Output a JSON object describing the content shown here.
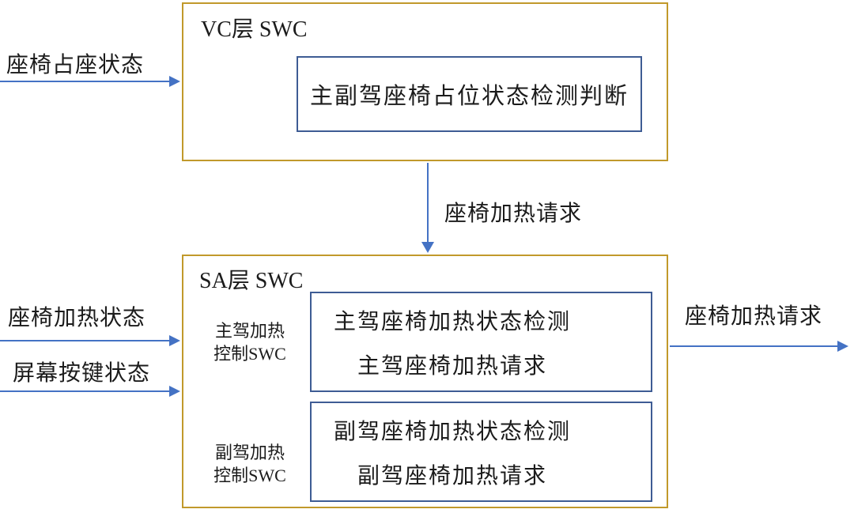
{
  "colors": {
    "outer_border": "#C1992B",
    "inner_border": "#3E5C94",
    "arrow": "#4472C4",
    "text": "#1b1b1b",
    "bg": "#ffffff"
  },
  "vc_layer": {
    "title": "VC层 SWC",
    "detector_block": "主副驾座椅占位状态检测判断"
  },
  "sa_layer": {
    "title": "SA层 SWC",
    "driver_swc_label": {
      "line1": "主驾加热",
      "line2": "控制SWC"
    },
    "driver_block": {
      "line1": "主驾座椅加热状态检测",
      "line2": "主驾座椅加热请求"
    },
    "passenger_swc_label": {
      "line1": "副驾加热",
      "line2": "控制SWC"
    },
    "passenger_block": {
      "line1": "副驾座椅加热状态检测",
      "line2": "副驾座椅加热请求"
    }
  },
  "signals": {
    "seat_occupancy": "座椅占座状态",
    "seat_heat_request_internal": "座椅加热请求",
    "seat_heat_status": "座椅加热状态",
    "screen_button_status": "屏幕按键状态",
    "seat_heat_request_output": "座椅加热请求"
  }
}
